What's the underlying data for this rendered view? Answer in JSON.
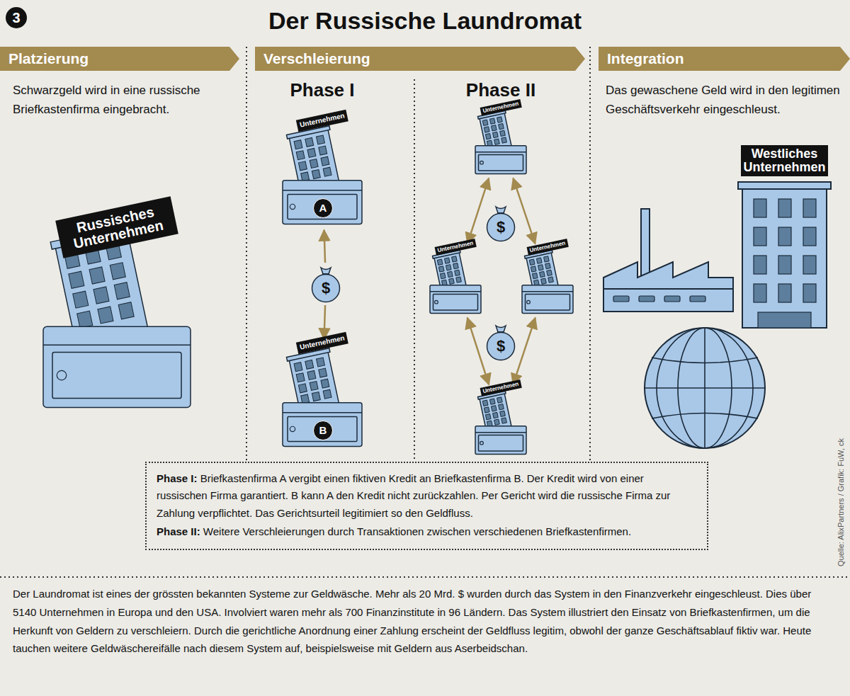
{
  "diagram": {
    "title": "Der Russische Laundromat",
    "nodes": [
      {
        "text": [
          "Platzierung"
        ]
      },
      {
        "text": [
          "Verschleierung"
        ]
      },
      {
        "text": [
          "Integration"
        ]
      },
      {
        "text": [
          "Russisches Unternehmen"
        ]
      },
      {
        "text": [
          "Unternehmen"
        ]
      },
      {
        "text": [
          "A"
        ],
        "in": 4
      },
      {
        "text": [
          "$"
        ]
      },
      {
        "text": [
          "Unternehmen"
        ]
      },
      {
        "text": [
          "B"
        ],
        "in": 7
      },
      {
        "text": [
          "Unternehmen"
        ]
      },
      {
        "text": [
          "$"
        ]
      },
      {
        "text": [
          "Unternehmen"
        ]
      },
      {
        "text": [
          "Unternehmen"
        ]
      },
      {
        "text": [
          "$"
        ]
      },
      {
        "text": [
          "Unternehmen"
        ]
      },
      {
        "text": [
          "Westliches Unternehmen"
        ]
      },
      {
        "text": [
          "Phase I: Briefkastenfirma A vergibt einen fiktiven Kredit an Briefkastenfirma B. Der Kredit wird von einer russischen Firma garantiert. B kann A den Kredit nicht zurückzahlen. Per Gericht wird die russische Firma zur Zahlung verpflichtet. Das Gerichtsurteil legitimiert so den Geldfluss.",
          "Phase II: Weitere Verschleierungen durch Transaktionen zwischen verschiedenen Briefkastenfirmen."
        ]
      }
    ],
    "edges": [
      {
        "from": 6,
        "to": 4,
        "arrow": "to"
      },
      {
        "from": 6,
        "to": 7,
        "arrow": "to"
      },
      {
        "from": 9,
        "to": 11,
        "arrow": "both"
      },
      {
        "from": 9,
        "to": 12,
        "arrow": "both"
      },
      {
        "from": 11,
        "to": 14,
        "arrow": "both"
      },
      {
        "from": 12,
        "to": 14,
        "arrow": "both"
      }
    ],
    "labels": [
      "3",
      "Schwarzgeld wird in eine russische Briefkastenfirma eingebracht.",
      "Phase I",
      "Phase II",
      "Das gewaschene Geld wird in den legitimen Geschäftsverkehr eingeschleust.",
      "Der Laundromat ist eines der grössten bekannten Systeme zur Geldwäsche. Mehr als 20 Mrd. $ wurden durch das System in den Finanzverkehr eingeschleust. Dies über 5140 Unternehmen in Europa und den USA. Involviert waren mehr als 700 Finanzinstitute in 96 Ländern. Das System illustriert den Einsatz von Briefkastenfirmen, um die Herkunft von Geldern zu verschleiern. Durch die gerichtliche Anordnung einer Zahlung erscheint der Geldfluss legitim, obwohl der ganze Geschäftsablauf fiktiv war. Heute tauchen weitere Geldwäschereifälle nach diesem System auf, beispielsweise mit Geldern aus Aserbeidschan.",
      "Quelle: AlixPartners / Grafik: FuW, ck"
    ]
  }
}
